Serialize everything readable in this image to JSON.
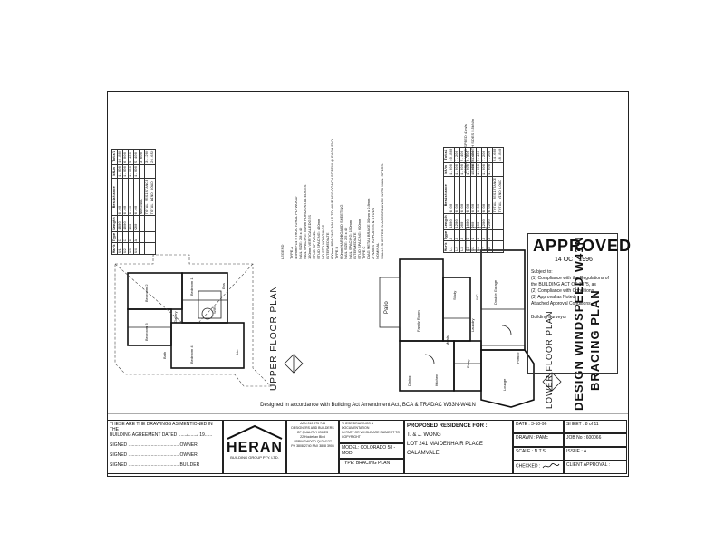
{
  "page": {
    "designed_note": "Designed in accordance with Building Act Amendment Act, BCA & TRADAC W33N-W41N"
  },
  "plans": {
    "upper_title": "UPPER FLOOR PLAN",
    "lower_title": "LOWER FLOOR PLAN",
    "main_title_1": "DESIGN WINDSPEED W41N",
    "main_title_2": "BRACING PLAN",
    "rooms_upper": [
      "Bedroom 2",
      "Bedroom 1",
      "Bedroom 3",
      "Bedroom 4",
      "Gallery",
      "WIR",
      "Ens",
      "Bath",
      "Lin"
    ],
    "rooms_lower": [
      "Patio",
      "Study",
      "Family Room",
      "Meals",
      "Kitchen",
      "Dining",
      "Entry",
      "Lounge",
      "Double Garage",
      "Laundry",
      "Portico",
      "WC"
    ]
  },
  "notes": {
    "legend_label": "LEGEND",
    "legend_lines": [
      "TYPE A",
      "4.5mm F14 STRUCTURAL PLYWOOD",
      "NAIL SIZE: 2.8 x 40",
      "NAIL SPACING: 50mm HORIZONTAL EDGES",
      "150mm VERTICAL EDGES",
      "STUD OF PANEL",
      "STUD SPACING: 450mm",
      "NO STD NOGGINGS",
      "INTERMEDIATE",
      "600mm BRACING WALLS TO HAVE M10 COACH SCREW @ EACH END",
      "TYPE B",
      "6.0mm HARDBOARD SHEETING",
      "NAIL SIZE: 2.5 x 40",
      "NAIL SPACING: 150mm",
      "INTERMEDIATE",
      "STUD SPACING: 600mm",
      "TYPE C",
      "DIAG METAL BRACE 30mm x 0.8mm",
      "2/ NAILS TO PLATES & STUDS",
      "NOMINAL",
      "WALLS SHEETED IN ACCORDANCE WITH MAN. SPECS."
    ],
    "table_top_headers": [
      "Mark",
      "Type",
      "Length",
      "Resistance",
      "kN/m",
      "Total"
    ],
    "table_upper_rows": [
      [
        "U1",
        "C",
        "1800",
        "6.00",
        "1.000",
        "10.800"
      ],
      [
        "U2",
        "C",
        "1000",
        "6.00",
        "1.000",
        "6.000"
      ],
      [
        "U3",
        "C",
        "900",
        "6.00",
        "1.000",
        "5.400"
      ],
      [
        "U4",
        "A",
        "900",
        "6.00",
        "1.000",
        "5.400"
      ],
      [
        "",
        "",
        "",
        "NOMINAL",
        "",
        "3.600"
      ],
      [
        "",
        "",
        "",
        "TOTAL RESISTANCE",
        "",
        "31.200"
      ],
      [
        "",
        "",
        "",
        "TOTAL WIND LOAD",
        "",
        "26.650"
      ]
    ],
    "table_lower_rows": [
      [
        "L1",
        "A",
        "1800",
        "6.00",
        "1.000",
        "10.800"
      ],
      [
        "L2",
        "A",
        "1200",
        "6.00",
        "1.000",
        "7.200"
      ],
      [
        "L3",
        "A",
        "900",
        "6.00",
        "1.000",
        "5.400"
      ],
      [
        "L4",
        "C",
        "1000",
        "6.00",
        "1.000",
        "6.000"
      ],
      [
        "L5",
        "C",
        "900",
        "6.00",
        "1.000",
        "5.400"
      ],
      [
        "L6",
        "C",
        "900",
        "6.00",
        "1.000",
        "5.400"
      ],
      [
        "L7",
        "A",
        "1200",
        "6.00",
        "1.000",
        "7.200"
      ],
      [
        "L8",
        "A",
        "1200",
        "6.00",
        "1.000",
        "7.200"
      ],
      [
        "",
        "",
        "",
        "TOTAL RESISTANCE",
        "",
        "54.600"
      ],
      [
        "",
        "",
        "",
        "TOTAL WIND LOAD",
        "",
        "48.840"
      ]
    ],
    "footnote_1": "DESIGN WIND SPEED 41m/s",
    "footnote_2": "SHEETED BOTH SIDES 5.5kN/m"
  },
  "stamp": {
    "approved": "APPROVED",
    "date": "14 OCT 1996",
    "subject_to": "Subject to:",
    "line_1": "(1) Compliance with the Regulations of the BUILDING ACT OF 1975, as",
    "line_2": "(2) Compliance with Conditions",
    "line_3": "(3) Approval as Noted",
    "line_4": "Attached Approval Conditions",
    "surveyor": "Building Surveyor"
  },
  "title_block": {
    "agreement_1": "THESE ARE THE DRAWINGS AS MENTIONED IN THE",
    "agreement_2": "BUILDING AGREEMENT DATED ......./......./ 19......",
    "signed_owner_1": "SIGNED .........................................OWNER",
    "signed_owner_2": "SIGNED .........................................OWNER",
    "signed_builder": "SIGNED .........................................BUILDER",
    "company": "HERAN",
    "company_sub": "BUILDING GROUP PTY. LTD.",
    "company_details_1": "ACN 010 075 744",
    "company_details_2": "DESIGNERS AND BUILDERS OF QUALITY HOMES",
    "company_details_3": "22 Hoolehan Blvd",
    "company_details_4": "SPRINGWOOD QLD 4127",
    "company_details_5": "PH 3808 2740  FAX 3808 3905",
    "copyright_1": "THESE DRAWINGS & DOCUMENTATION",
    "copyright_2": "IN PART OR WHOLE ARE SUBJECT TO",
    "copyright_3": "COPYRIGHT",
    "model_label": "MODEL:",
    "model_value": "COLORADO 58 - MOD",
    "type_label": "TYPE:",
    "type_value": "BRACING PLAN",
    "proposed_label": "PROPOSED RESIDENCE FOR :",
    "client": "T. & J. WONG",
    "address": "LOT 241 MAIDENHAIR PLACE",
    "suburb": "CALAMVALE",
    "date_label": "DATE :",
    "date_value": "3-10-96",
    "drawn_label": "DRAWN :",
    "drawn_value": "PAMc",
    "scale_label": "SCALE :",
    "scale_value": "N.T.S.",
    "checked_label": "CHECKED :",
    "sheet_label": "SHEET :",
    "sheet_value": "8 of 11",
    "job_label": "JOB No :",
    "job_value": "600066",
    "issue_label": "ISSUE :",
    "issue_value": "A",
    "client_label": "CLIENT APPROVAL :"
  }
}
